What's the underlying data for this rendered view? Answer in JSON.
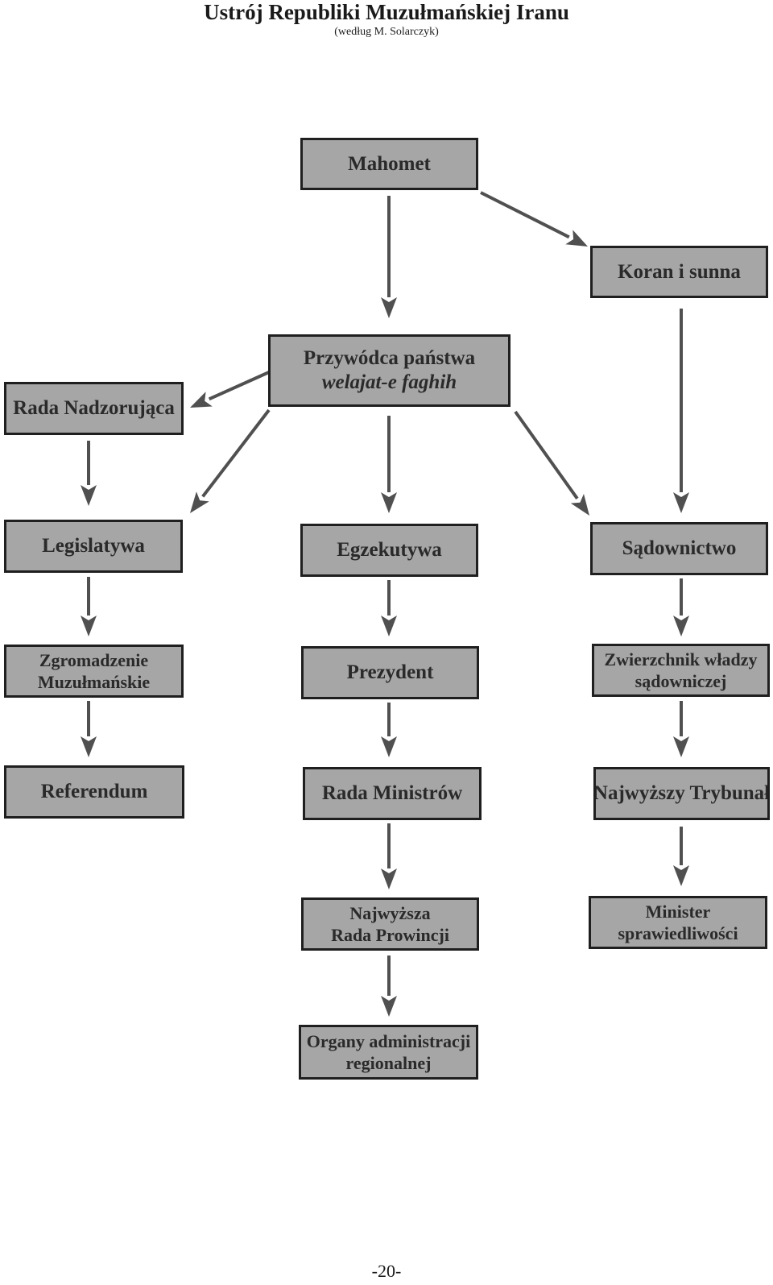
{
  "header": {
    "title": "Ustrój Republiki Muzułmańskiej Iranu",
    "subtitle": "(według M. Solarczyk)"
  },
  "diagram": {
    "nodes": {
      "mahomet": {
        "line1": "Mahomet"
      },
      "koran": {
        "line1": "Koran i sunna"
      },
      "przywodca": {
        "line1": "Przywódca państwa",
        "line2": "welajat-e faghih"
      },
      "rada_nadzorujaca": {
        "line1": "Rada Nadzorująca"
      },
      "legislatywa": {
        "line1": "Legislatywa"
      },
      "egzekutywa": {
        "line1": "Egzekutywa"
      },
      "sadownictwo": {
        "line1": "Sądownictwo"
      },
      "zgromadzenie": {
        "line1": "Zgromadzenie",
        "line2": "Muzułmańskie"
      },
      "prezydent": {
        "line1": "Prezydent"
      },
      "zwierzchnik": {
        "line1": "Zwierzchnik władzy",
        "line2": "sądowniczej"
      },
      "referendum": {
        "line1": "Referendum"
      },
      "rada_ministrow": {
        "line1": "Rada Ministrów"
      },
      "najwyzszy_trybunal": {
        "line1": "Najwyższy Trybunał"
      },
      "najwyzsza_rada": {
        "line1": "Najwyższa",
        "line2": "Rada Prowincji"
      },
      "minister": {
        "line1": "Minister",
        "line2": "sprawiedliwości"
      },
      "organy": {
        "line1": "Organy administracji",
        "line2": "regionalnej"
      }
    },
    "edges": [
      [
        "mahomet",
        "przywodca"
      ],
      [
        "mahomet",
        "koran"
      ],
      [
        "koran",
        "sadownictwo"
      ],
      [
        "przywodca",
        "rada_nadzorujaca"
      ],
      [
        "przywodca",
        "legislatywa"
      ],
      [
        "przywodca",
        "egzekutywa"
      ],
      [
        "przywodca",
        "sadownictwo"
      ],
      [
        "rada_nadzorujaca",
        "legislatywa"
      ],
      [
        "legislatywa",
        "zgromadzenie"
      ],
      [
        "egzekutywa",
        "prezydent"
      ],
      [
        "sadownictwo",
        "zwierzchnik"
      ],
      [
        "zgromadzenie",
        "referendum"
      ],
      [
        "prezydent",
        "rada_ministrow"
      ],
      [
        "zwierzchnik",
        "najwyzszy_trybunal"
      ],
      [
        "rada_ministrow",
        "najwyzsza_rada"
      ],
      [
        "najwyzszy_trybunal",
        "minister"
      ],
      [
        "najwyzsza_rada",
        "organy"
      ]
    ],
    "colors": {
      "box_fill": "#a6a6a6",
      "box_border": "#1f1f1f",
      "arrow": "#505050"
    }
  },
  "footer": {
    "page_number": "-20-"
  }
}
